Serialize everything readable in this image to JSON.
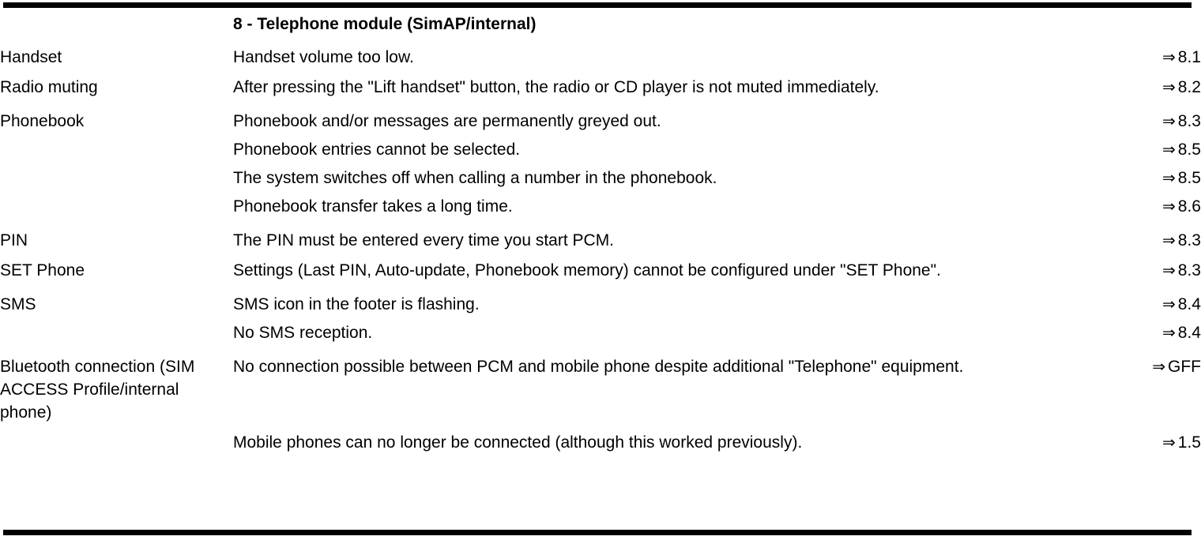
{
  "document": {
    "title": "8 - Telephone module (SimAP/internal)",
    "arrow_glyph": "⇒"
  },
  "table": {
    "header": {
      "label": "",
      "description": "8 - Telephone module (SimAP/internal)",
      "reference": ""
    },
    "rows": [
      {
        "label": "Handset",
        "description": "Handset volume too low.",
        "reference": "8.1"
      },
      {
        "label": "Radio muting",
        "description": "After pressing the \"Lift handset\" button, the radio or CD player is not muted immediately.",
        "reference": "8.2"
      },
      {
        "label": "Phonebook",
        "description": "Phonebook and/or messages are permanently greyed out.",
        "reference": "8.3"
      },
      {
        "label": "",
        "description": "Phonebook entries cannot be selected.",
        "reference": "8.5"
      },
      {
        "label": "",
        "description": "The system switches off when calling a number in the phonebook.",
        "reference": "8.5"
      },
      {
        "label": "",
        "description": "Phonebook transfer takes a long time.",
        "reference": "8.6"
      },
      {
        "label": "PIN",
        "description": "The PIN must be entered every time you start PCM.",
        "reference": "8.3"
      },
      {
        "label": "SET Phone",
        "description": "Settings (Last PIN, Auto-update, Phonebook memory) cannot be configured under \"SET Phone\".",
        "reference": "8.3"
      },
      {
        "label": "SMS",
        "description": "SMS icon in the footer is flashing.",
        "reference": "8.4"
      },
      {
        "label": "",
        "description": "No SMS reception.",
        "reference": "8.4"
      },
      {
        "label": "Bluetooth connection (SIM ACCESS Profile/internal phone)",
        "description": "No connection possible between PCM and mobile phone despite additional \"Telephone\" equipment.",
        "reference": "GFF"
      },
      {
        "label": "",
        "description": "Mobile phones can no longer be connected (although this worked previously).",
        "reference": "1.5"
      }
    ]
  }
}
